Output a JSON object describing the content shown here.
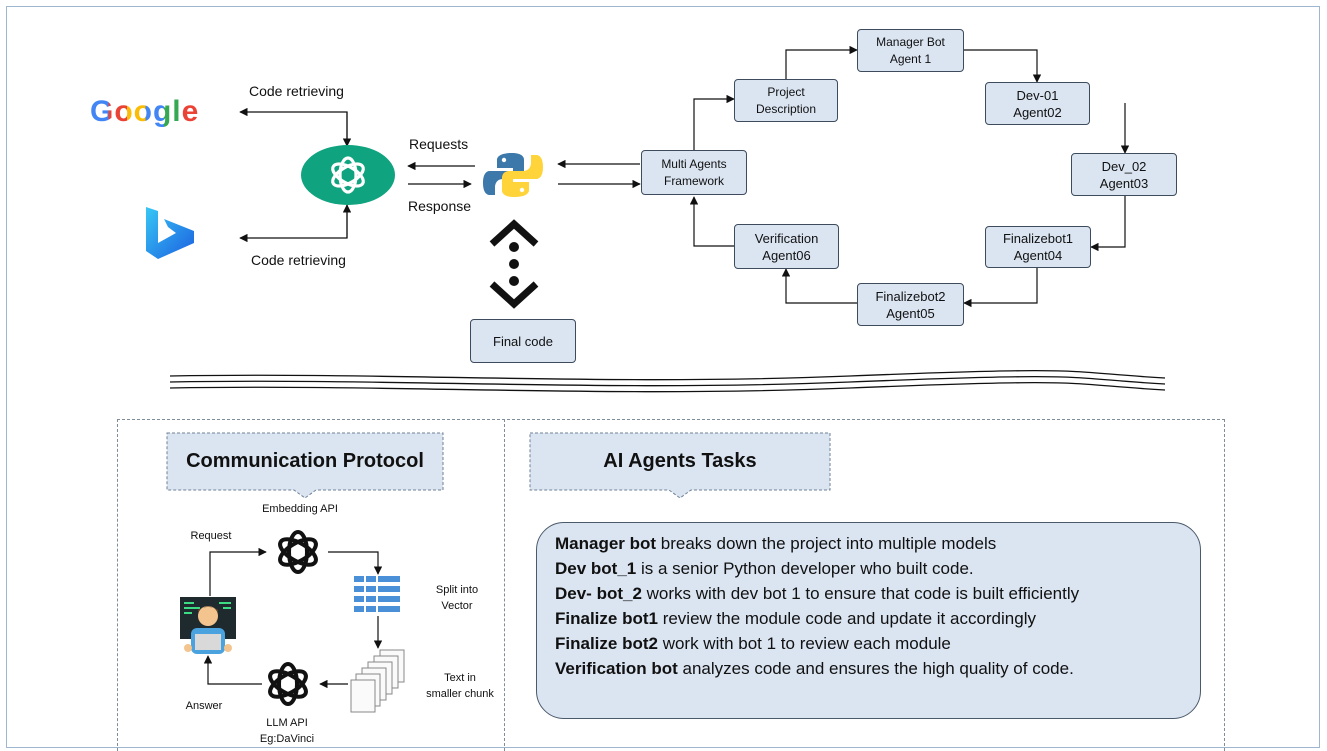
{
  "logos": {
    "google": "Google"
  },
  "top_left": {
    "code_retrieving_top": "Code retrieving",
    "code_retrieving_bottom": "Code retrieving",
    "requests": "Requests",
    "response": "Response",
    "final_code": "Final code"
  },
  "cycle": {
    "framework": {
      "line1": "Multi Agents",
      "line2": "Framework"
    },
    "project": {
      "line1": "Project",
      "line2": "Description"
    },
    "manager": {
      "line1": "Manager Bot",
      "line2": "Agent 1"
    },
    "dev01": {
      "line1": "Dev-01",
      "line2": "Agent02"
    },
    "dev02": {
      "line1": "Dev_02",
      "line2": "Agent03"
    },
    "final1": {
      "line1": "Finalizebot1",
      "line2": "Agent04"
    },
    "final2": {
      "line1": "Finalizebot2",
      "line2": "Agent05"
    },
    "verification": {
      "line1": "Verification",
      "line2": "Agent06"
    }
  },
  "protocol": {
    "title": "Communication Protocol",
    "embedding_api": "Embedding API",
    "request": "Request",
    "split_line1": "Split into",
    "split_line2": "Vector",
    "text_line1": "Text in",
    "text_line2": "smaller chunk",
    "answer": "Answer",
    "llm_line1": "LLM API",
    "llm_line2": "Eg:DaVinci"
  },
  "tasks": {
    "title": "AI Agents Tasks",
    "items": [
      {
        "bold": "Manager bot",
        "text": " breaks down the project into multiple models"
      },
      {
        "bold": "Dev bot_1",
        "text": " is a senior Python developer who built code."
      },
      {
        "bold": "Dev- bot_2",
        "text": " works with dev bot 1 to ensure that code is built efficiently"
      },
      {
        "bold": "Finalize bot1",
        "text": " review the module code and update it accordingly"
      },
      {
        "bold": "Finalize bot2",
        "text": " work with bot 1 to review each module"
      },
      {
        "bold": "Verification bot",
        "text": " analyzes code and ensures the high quality of code."
      }
    ]
  },
  "colors": {
    "box_fill": "#dbe5f2",
    "openai_green": "#10a37f",
    "python_blue": "#3c78aa",
    "python_yellow": "#ffd43b",
    "bing_blue": "#1a73e8"
  }
}
